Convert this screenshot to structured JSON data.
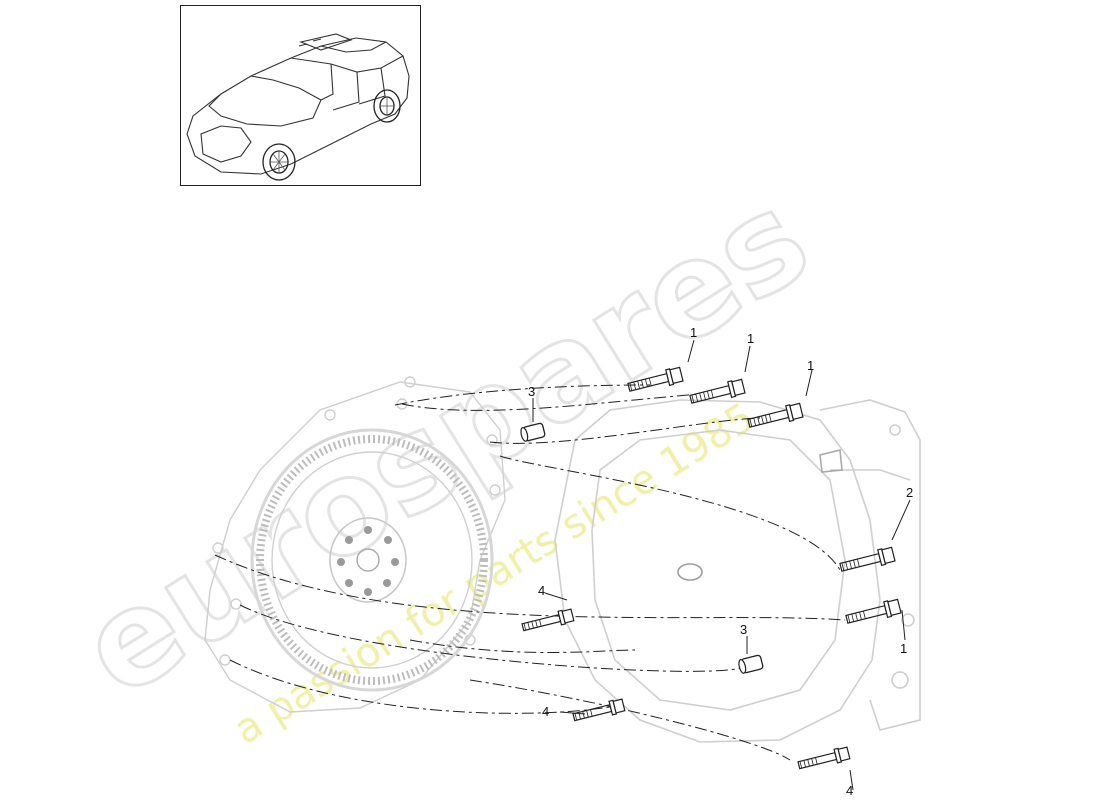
{
  "watermark": {
    "brand": "eurospares",
    "tagline": "a passion for parts since 1985",
    "tagline_color": "#f1f1a6"
  },
  "thumbnail": {
    "icon": "suv-car-icon"
  },
  "callouts": [
    {
      "id": "c1a",
      "label": "1"
    },
    {
      "id": "c1b",
      "label": "1"
    },
    {
      "id": "c1c",
      "label": "1"
    },
    {
      "id": "c2",
      "label": "2"
    },
    {
      "id": "c1d",
      "label": "1"
    },
    {
      "id": "c3a",
      "label": "3"
    },
    {
      "id": "c3b",
      "label": "3"
    },
    {
      "id": "c4a",
      "label": "4"
    },
    {
      "id": "c4b",
      "label": "4"
    },
    {
      "id": "c4c",
      "label": "4"
    }
  ],
  "colors": {
    "line": "#222222",
    "ghost": "#cfcfcf",
    "part": "#333333"
  }
}
